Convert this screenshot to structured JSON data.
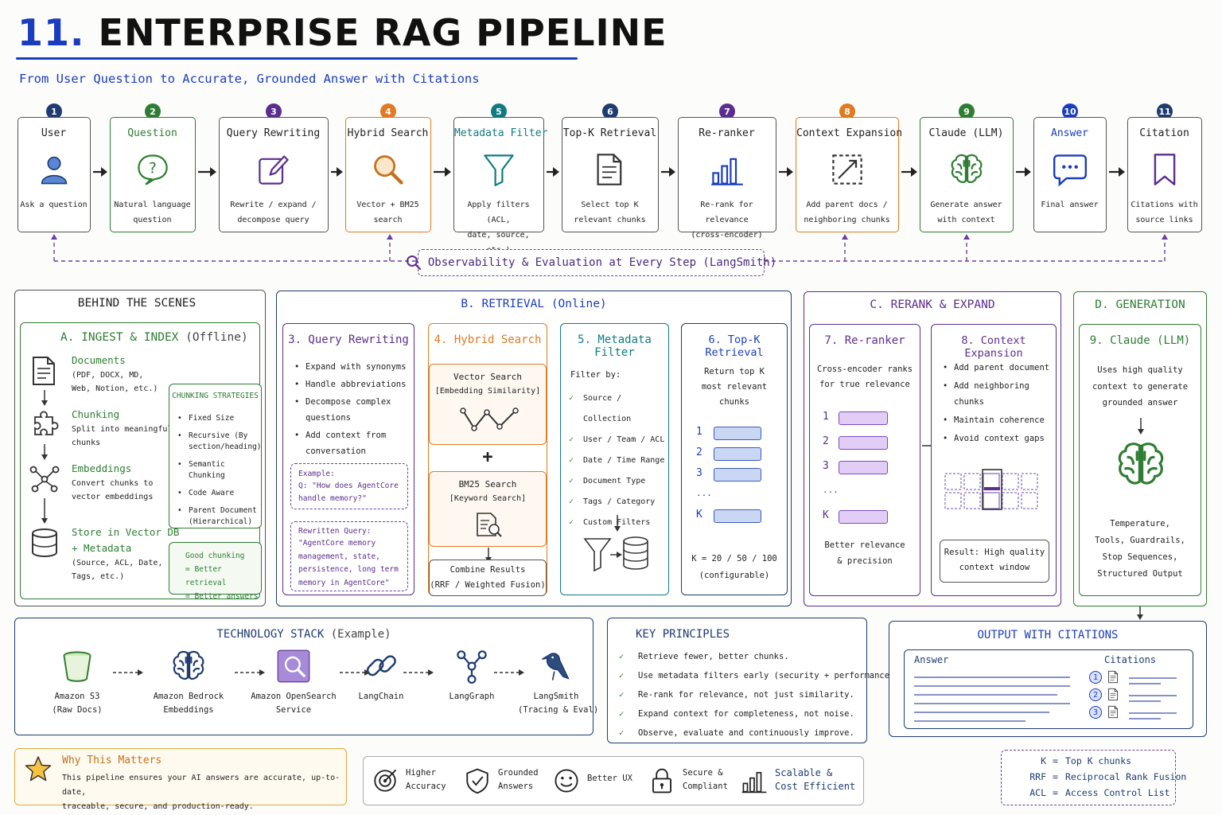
{
  "header": {
    "number": "11.",
    "title": "ENTERPRISE RAG PIPELINE",
    "subtitle": "From User Question to Accurate, Grounded Answer with Citations"
  },
  "colors": {
    "blue": "#1a3dbf",
    "green": "#2e7d32",
    "purple": "#5b2d8e",
    "orange": "#e07b22",
    "teal": "#0f7b83",
    "navy": "#1f3b70"
  },
  "pipeline": [
    {
      "n": "1",
      "title": "User",
      "desc": "Ask a question",
      "icon": "user-icon"
    },
    {
      "n": "2",
      "title": "Question",
      "desc": "Natural language\nquestion",
      "icon": "question-icon"
    },
    {
      "n": "3",
      "title": "Query Rewriting",
      "desc": "Rewrite / expand /\ndecompose query",
      "icon": "edit-icon"
    },
    {
      "n": "4",
      "title": "Hybrid Search",
      "desc": "Vector + BM25\nsearch",
      "icon": "search-icon"
    },
    {
      "n": "5",
      "title": "Metadata Filter",
      "desc": "Apply filters (ACL,\ndate, source, etc.)",
      "icon": "filter-icon"
    },
    {
      "n": "6",
      "title": "Top-K Retrieval",
      "desc": "Select top K\nrelevant chunks",
      "icon": "document-icon"
    },
    {
      "n": "7",
      "title": "Re-ranker",
      "desc": "Re-rank for relevance\n(cross-encoder)",
      "icon": "bar-chart-icon"
    },
    {
      "n": "8",
      "title": "Context Expansion",
      "desc": "Add parent docs /\nneighboring chunks",
      "icon": "expand-icon"
    },
    {
      "n": "9",
      "title": "Claude (LLM)",
      "desc": "Generate answer\nwith context",
      "icon": "brain-icon"
    },
    {
      "n": "10",
      "title": "Answer",
      "desc": "Final answer",
      "icon": "chat-icon"
    },
    {
      "n": "11",
      "title": "Citation",
      "desc": "Citations with\nsource links",
      "icon": "bookmark-icon"
    }
  ],
  "observability": "Observability & Evaluation at Every Step (LangSmith)",
  "behind": {
    "title": "BEHIND THE SCENES",
    "ingest_title": "A. INGEST & INDEX",
    "ingest_tag": "(Offline)",
    "steps": [
      {
        "title": "Documents",
        "desc": "(PDF, DOCX, MD,\nWeb, Notion, etc.)",
        "icon": "document-icon"
      },
      {
        "title": "Chunking",
        "desc": "Split into meaningful\nchunks",
        "icon": "puzzle-icon"
      },
      {
        "title": "Embeddings",
        "desc": "Convert chunks to\nvector embeddings",
        "icon": "network-icon"
      },
      {
        "title": "Store in Vector DB\n+ Metadata",
        "desc": "(Source, ACL, Date,\nTags, etc.)",
        "icon": "database-icon"
      }
    ],
    "chunking_title": "CHUNKING STRATEGIES",
    "chunking": [
      "Fixed Size",
      "Recursive (By\nsection/heading)",
      "Semantic Chunking",
      "Code Aware",
      "Parent Document\n(Hierarchical)"
    ],
    "good_chunking": [
      "Good chunking",
      "= Better retrieval",
      "= Better answers"
    ]
  },
  "retrieval": {
    "title": "B. RETRIEVAL",
    "tag": "(Online)",
    "qr_title": "3. Query Rewriting",
    "qr_items": [
      "Expand with synonyms",
      "Handle abbreviations",
      "Decompose complex\nquestions",
      "Add context from\nconversation"
    ],
    "qr_example_label": "Example:",
    "qr_example": "Q: \"How does AgentCore\nhandle memory?\"",
    "qr_rewritten_label": "Rewritten Query:",
    "qr_rewritten": "\"AgentCore memory\nmanagement, state,\npersistence, long term\nmemory in AgentCore\"",
    "hs_title": "4. Hybrid Search",
    "vector_title": "Vector Search",
    "vector_sub": "[Embedding Similarity]",
    "plus": "+",
    "bm25_title": "BM25 Search",
    "bm25_sub": "[Keyword Search]",
    "combine": "Combine Results\n(RRF / Weighted Fusion)",
    "mf_title": "5. Metadata Filter",
    "mf_by": "Filter by:",
    "mf_items": [
      "Source / Collection",
      "User / Team / ACL",
      "Date / Time Range",
      "Document Type",
      "Tags / Category",
      "Custom Filters"
    ],
    "tk_title": "6. Top-K Retrieval",
    "tk_desc": "Return top K\nmost relevant\nchunks",
    "tk_ranks": [
      "1",
      "2",
      "3",
      "...",
      "K"
    ],
    "tk_note": "K = 20 / 50 / 100\n(configurable)"
  },
  "rerank": {
    "title": "C. RERANK & EXPAND",
    "rr_title": "7. Re-ranker",
    "rr_desc": "Cross-encoder ranks\nfor true relevance",
    "rr_ranks": [
      "1",
      "2",
      "3",
      "...",
      "K"
    ],
    "rr_note": "Better relevance\n& precision",
    "ce_title": "8. Context Expansion",
    "ce_items": [
      "Add parent document",
      "Add neighboring\nchunks",
      "Maintain coherence",
      "Avoid context gaps"
    ],
    "ce_result": "Result: High quality\ncontext window"
  },
  "generation": {
    "title": "D. GENERATION",
    "llm_title": "9. Claude (LLM)",
    "llm_desc": "Uses high quality\ncontext to generate\ngrounded answer",
    "llm_params": "Temperature,\nTools, Guardrails,\nStop Sequences,\nStructured Output"
  },
  "tech": {
    "title": "TECHNOLOGY STACK",
    "tag": "(Example)",
    "items": [
      {
        "name": "Amazon S3",
        "sub": "(Raw Docs)",
        "icon": "bucket-icon"
      },
      {
        "name": "Amazon Bedrock",
        "sub": "Embeddings",
        "icon": "brain-icon"
      },
      {
        "name": "Amazon OpenSearch",
        "sub": "Service",
        "icon": "opensearch-icon"
      },
      {
        "name": "LangChain",
        "sub": "",
        "icon": "chain-link-icon"
      },
      {
        "name": "LangGraph",
        "sub": "",
        "icon": "graph-icon"
      },
      {
        "name": "LangSmith",
        "sub": "(Tracing & Eval)",
        "icon": "bird-icon"
      }
    ]
  },
  "principles": {
    "title": "KEY PRINCIPLES",
    "items": [
      "Retrieve fewer, better chunks.",
      "Use metadata filters early (security + performance).",
      "Re-rank for relevance, not just similarity.",
      "Expand context for completeness, not noise.",
      "Observe, evaluate and continuously improve."
    ]
  },
  "output": {
    "title": "OUTPUT WITH CITATIONS",
    "answer_label": "Answer",
    "citations_label": "Citations",
    "citation_nums": [
      "1",
      "2",
      "3"
    ]
  },
  "why": {
    "title": "Why This Matters",
    "text": "This pipeline ensures your AI answers are accurate, up-to-date,\ntraceable, secure, and production-ready."
  },
  "benefits": [
    {
      "label": "Higher\nAccuracy",
      "icon": "target-icon"
    },
    {
      "label": "Grounded\nAnswers",
      "icon": "shield-check-icon"
    },
    {
      "label": "Better UX",
      "icon": "smiley-icon"
    },
    {
      "label": "Secure &\nCompliant",
      "icon": "lock-icon"
    },
    {
      "label": "Scalable &\nCost Efficient",
      "icon": "bar-chart-icon"
    }
  ],
  "legend": [
    {
      "key": "K",
      "eq": "=",
      "val": "Top K chunks"
    },
    {
      "key": "RRF",
      "eq": "=",
      "val": "Reciprocal Rank Fusion"
    },
    {
      "key": "ACL",
      "eq": "=",
      "val": "Access Control List"
    }
  ]
}
